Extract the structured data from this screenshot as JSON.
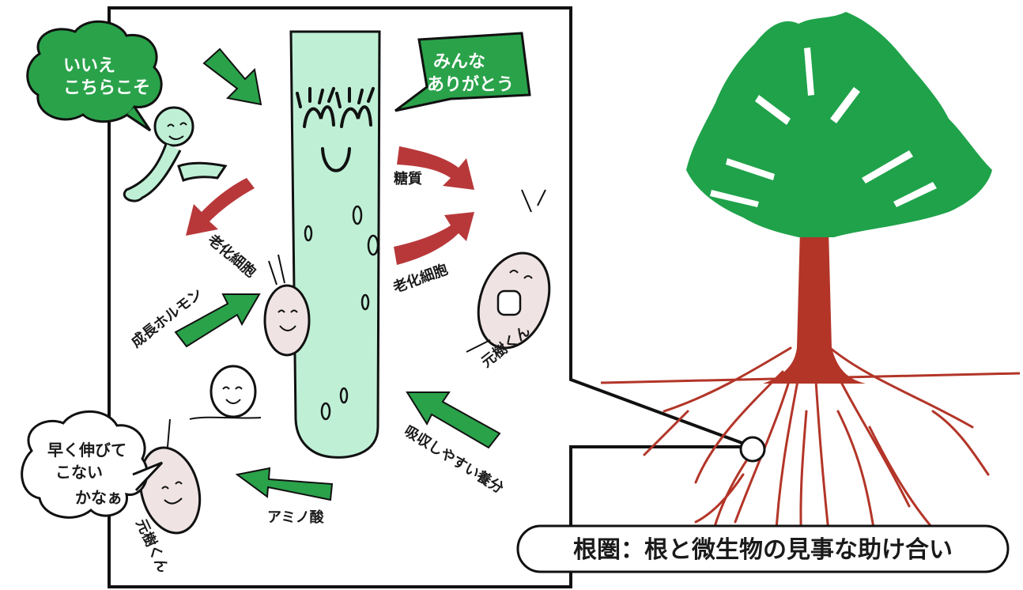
{
  "colors": {
    "root_fill": "#bff0d6",
    "green": "#2aa24a",
    "red_arrow": "#b8383a",
    "tree_leaf": "#1fa24a",
    "tree_trunk": "#b33528",
    "microbe_fill": "#efe3e3"
  },
  "speech": {
    "top_left_line1": "いいえ",
    "top_left_line2": "こちらこそ",
    "top_right_line1": "みんな",
    "top_right_line2": "ありがとう",
    "bottom_left_line1": "早く伸びて",
    "bottom_left_line2": "こない",
    "bottom_left_line3": "かなぁ"
  },
  "labels": {
    "sugar": "糖質",
    "aging_cells_left": "老化細胞",
    "aging_cells_right": "老化細胞",
    "growth_hormone": "成長ホルモン",
    "amino_acid": "アミノ酸",
    "absorbable_nutrients": "吸収しやすい養分",
    "genki_kun_right": "元樹くん",
    "genki_kun_bottom": "元樹くん"
  },
  "caption": "根圏：根と微生物の見事な助け合い",
  "icons": [
    "root-face-icon",
    "microbe-icon",
    "tree-icon",
    "magnifier-circle-icon",
    "arrow-icon",
    "speech-bubble-icon"
  ]
}
